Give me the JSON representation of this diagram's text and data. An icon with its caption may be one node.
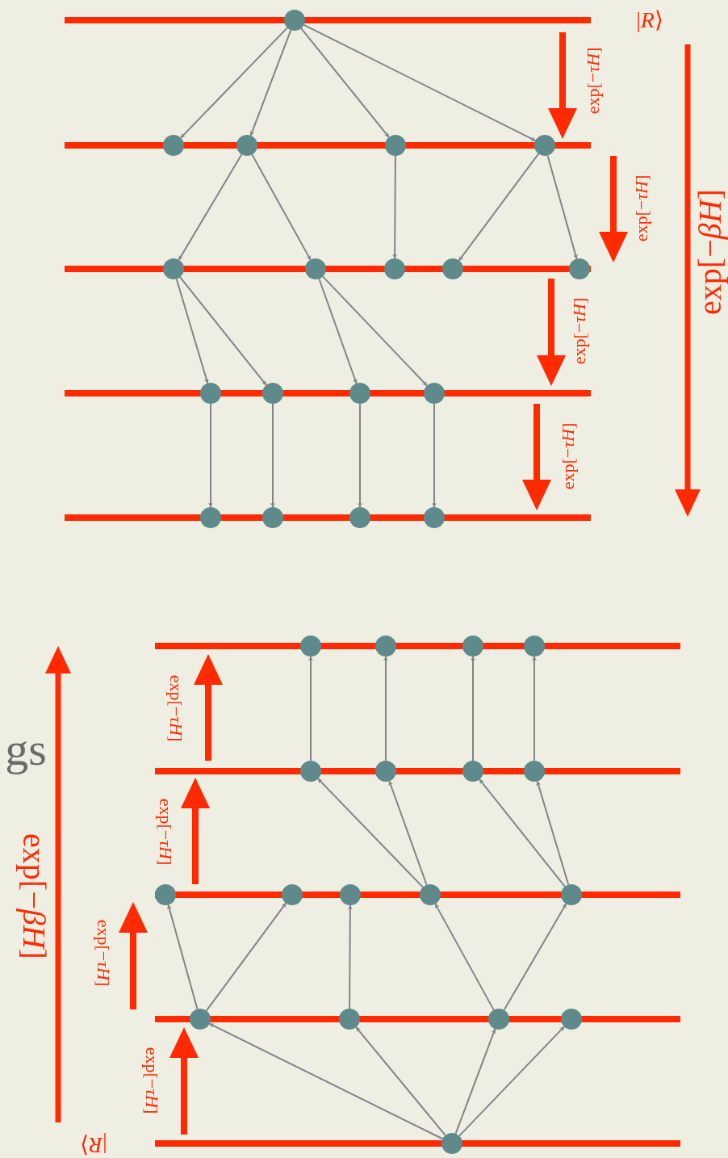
{
  "diagram": {
    "nodes": [
      {
        "text": [],
        "shape": "circle"
      },
      {
        "text": [],
        "shape": "circle"
      },
      {
        "text": [],
        "shape": "circle"
      },
      {
        "text": [],
        "shape": "circle"
      },
      {
        "text": [],
        "shape": "circle"
      },
      {
        "text": [],
        "shape": "circle"
      },
      {
        "text": [],
        "shape": "circle"
      },
      {
        "text": [],
        "shape": "circle"
      },
      {
        "text": [],
        "shape": "circle"
      },
      {
        "text": [],
        "shape": "circle"
      },
      {
        "text": [],
        "shape": "circle"
      },
      {
        "text": [],
        "shape": "circle"
      },
      {
        "text": [],
        "shape": "circle"
      },
      {
        "text": [],
        "shape": "circle"
      },
      {
        "text": [],
        "shape": "circle"
      },
      {
        "text": [],
        "shape": "circle"
      },
      {
        "text": [],
        "shape": "circle"
      },
      {
        "text": [],
        "shape": "circle"
      },
      {
        "text": [],
        "shape": "circle"
      },
      {
        "text": [],
        "shape": "circle"
      },
      {
        "text": [],
        "shape": "circle"
      },
      {
        "text": [],
        "shape": "circle"
      },
      {
        "text": [],
        "shape": "circle"
      },
      {
        "text": [],
        "shape": "circle"
      },
      {
        "text": [],
        "shape": "circle"
      },
      {
        "text": [],
        "shape": "circle"
      },
      {
        "text": [],
        "shape": "circle"
      },
      {
        "text": [],
        "shape": "circle"
      },
      {
        "text": [],
        "shape": "circle"
      },
      {
        "text": [],
        "shape": "circle"
      },
      {
        "text": [],
        "shape": "circle"
      },
      {
        "text": [],
        "shape": "circle"
      },
      {
        "text": [],
        "shape": "circle"
      },
      {
        "text": [],
        "shape": "circle"
      },
      {
        "text": [],
        "shape": "circle"
      },
      {
        "text": [],
        "shape": "circle"
      }
    ],
    "edges": [
      {
        "from": 0,
        "to": 1,
        "arrow": "to"
      },
      {
        "from": 0,
        "to": 2,
        "arrow": "to"
      },
      {
        "from": 0,
        "to": 3,
        "arrow": "to"
      },
      {
        "from": 0,
        "to": 4,
        "arrow": "to"
      },
      {
        "from": 2,
        "to": 5,
        "arrow": "to"
      },
      {
        "from": 2,
        "to": 6,
        "arrow": "to"
      },
      {
        "from": 3,
        "to": 7,
        "arrow": "to"
      },
      {
        "from": 4,
        "to": 8,
        "arrow": "to"
      },
      {
        "from": 4,
        "to": 9,
        "arrow": "to"
      },
      {
        "from": 5,
        "to": 10,
        "arrow": "to"
      },
      {
        "from": 5,
        "to": 11,
        "arrow": "to"
      },
      {
        "from": 6,
        "to": 12,
        "arrow": "to"
      },
      {
        "from": 6,
        "to": 13,
        "arrow": "to"
      },
      {
        "from": 10,
        "to": 14,
        "arrow": "to"
      },
      {
        "from": 11,
        "to": 15,
        "arrow": "to"
      },
      {
        "from": 12,
        "to": 16,
        "arrow": "to"
      },
      {
        "from": 13,
        "to": 17,
        "arrow": "to"
      },
      {
        "from": 18,
        "to": 19,
        "arrow": "to"
      },
      {
        "from": 18,
        "to": 20,
        "arrow": "to"
      },
      {
        "from": 18,
        "to": 21,
        "arrow": "to"
      },
      {
        "from": 18,
        "to": 22,
        "arrow": "to"
      },
      {
        "from": 19,
        "to": 23,
        "arrow": "to"
      },
      {
        "from": 19,
        "to": 24,
        "arrow": "to"
      },
      {
        "from": 20,
        "to": 25,
        "arrow": "to"
      },
      {
        "from": 21,
        "to": 26,
        "arrow": "to"
      },
      {
        "from": 21,
        "to": 27,
        "arrow": "to"
      },
      {
        "from": 26,
        "to": 28,
        "arrow": "to"
      },
      {
        "from": 26,
        "to": 29,
        "arrow": "to"
      },
      {
        "from": 27,
        "to": 30,
        "arrow": "to"
      },
      {
        "from": 27,
        "to": 31,
        "arrow": "to"
      },
      {
        "from": 28,
        "to": 32,
        "arrow": "to"
      },
      {
        "from": 29,
        "to": 33,
        "arrow": "to"
      },
      {
        "from": 30,
        "to": 34,
        "arrow": "to"
      },
      {
        "from": 31,
        "to": 35,
        "arrow": "to"
      }
    ],
    "labels": [
      "|*R*⟩",
      "exp[−*τH*]",
      "exp[−*τH*]",
      "exp[−*τH*]",
      "exp[−*τH*]",
      "exp[−*βH*]",
      "gs",
      "exp[−*βH*]",
      "exp[−*τH*]",
      "exp[−*τH*]",
      "exp[−*τH*]",
      "exp[−*τH*]",
      "|*R*⟩"
    ]
  }
}
